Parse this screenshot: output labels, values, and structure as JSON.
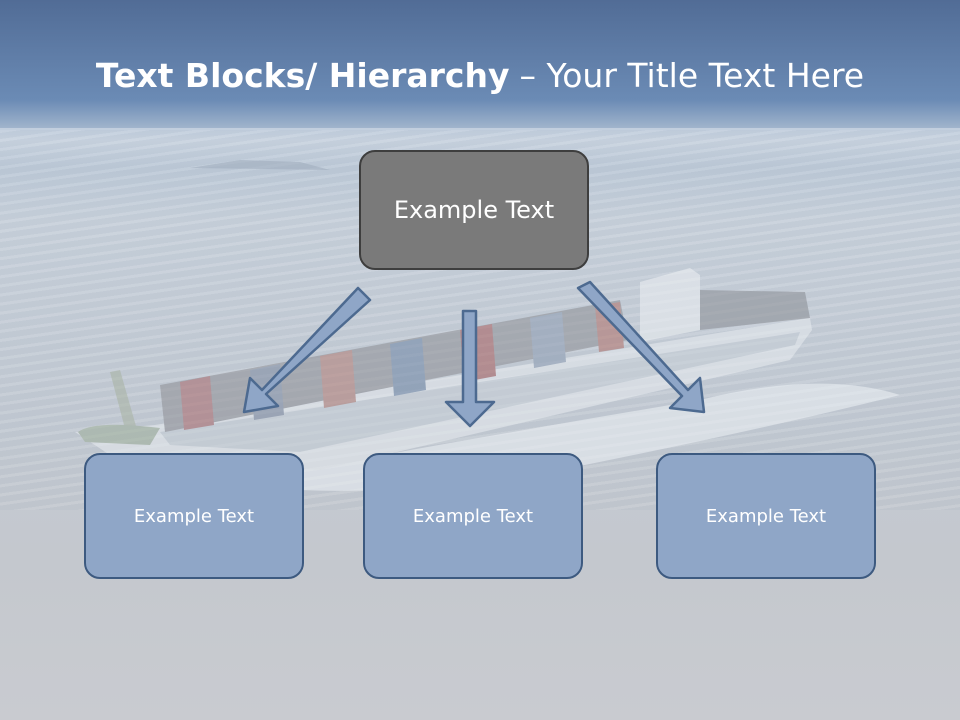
{
  "title": {
    "bold_part": "Text Blocks/ Hierarchy",
    "normal_part": "– Your Title Text Here"
  },
  "diagram": {
    "top_node": {
      "label": "Example Text"
    },
    "child_nodes": [
      {
        "label": "Example Text"
      },
      {
        "label": "Example Text"
      },
      {
        "label": "Example Text"
      }
    ]
  },
  "colors": {
    "top_node_fill": "#7a7a7a",
    "child_node_fill": "#8fa6c7",
    "child_node_border": "#3d5a80",
    "arrow_fill": "#8fa6c7",
    "arrow_stroke": "#4d6a90",
    "title_bar": "#516c96"
  }
}
